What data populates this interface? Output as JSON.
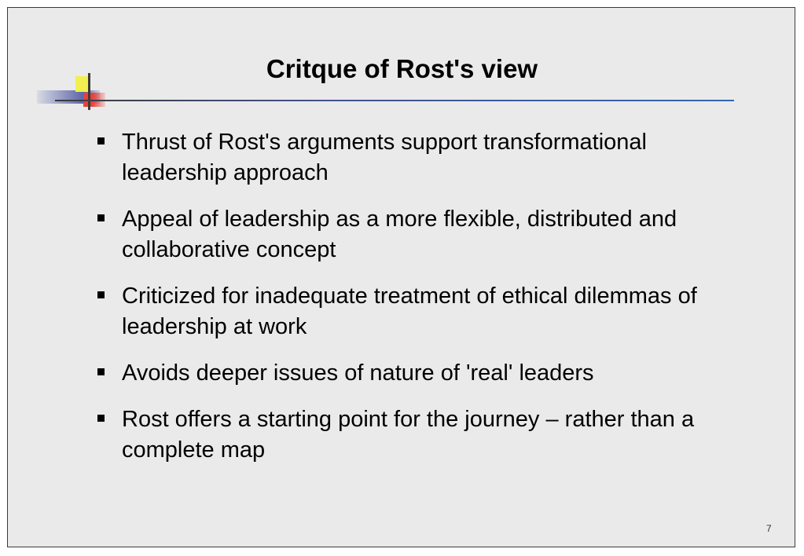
{
  "slide": {
    "title": "Critque of Rost's view",
    "bullets": [
      {
        "text": "Thrust of Rost's arguments support transformational leadership approach"
      },
      {
        "text": "Appeal of leadership as a more flexible, distributed and collaborative concept"
      },
      {
        "text": "Criticized for inadequate treatment of ethical dilemmas of leadership at work"
      },
      {
        "text": "Avoids deeper issues of nature of 'real' leaders"
      },
      {
        "text": "Rost offers a starting point for the journey – rather than a complete map"
      }
    ],
    "page_number": "7"
  },
  "colors": {
    "background": "#eaeaea",
    "accent_yellow": "#f2ef50",
    "accent_red": "#e8403a",
    "accent_blue": "#3466b0"
  }
}
